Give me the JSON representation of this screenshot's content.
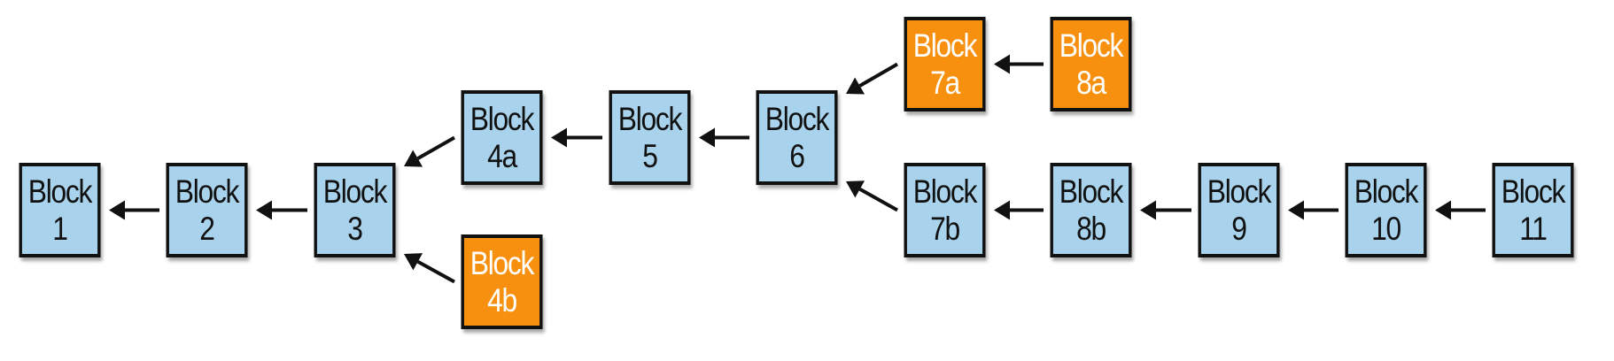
{
  "colors": {
    "main_block": "#a9d3ec",
    "orphan_block": "#f7900f",
    "border": "#111111",
    "arrow": "#111111"
  },
  "blocks": [
    {
      "id": "b1",
      "word": "Block",
      "num": "1",
      "kind": "main"
    },
    {
      "id": "b2",
      "word": "Block",
      "num": "2",
      "kind": "main"
    },
    {
      "id": "b3",
      "word": "Block",
      "num": "3",
      "kind": "main"
    },
    {
      "id": "b4a",
      "word": "Block",
      "num": "4a",
      "kind": "main"
    },
    {
      "id": "b4b",
      "word": "Block",
      "num": "4b",
      "kind": "orphan"
    },
    {
      "id": "b5",
      "word": "Block",
      "num": "5",
      "kind": "main"
    },
    {
      "id": "b6",
      "word": "Block",
      "num": "6",
      "kind": "main"
    },
    {
      "id": "b7a",
      "word": "Block",
      "num": "7a",
      "kind": "orphan"
    },
    {
      "id": "b8a",
      "word": "Block",
      "num": "8a",
      "kind": "orphan"
    },
    {
      "id": "b7b",
      "word": "Block",
      "num": "7b",
      "kind": "main"
    },
    {
      "id": "b8b",
      "word": "Block",
      "num": "8b",
      "kind": "main"
    },
    {
      "id": "b9",
      "word": "Block",
      "num": "9",
      "kind": "main"
    },
    {
      "id": "b10",
      "word": "Block",
      "num": "10",
      "kind": "main"
    },
    {
      "id": "b11",
      "word": "Block",
      "num": "11",
      "kind": "main"
    }
  ],
  "links": [
    {
      "from": "b2",
      "to": "b1"
    },
    {
      "from": "b3",
      "to": "b2"
    },
    {
      "from": "b4a",
      "to": "b3"
    },
    {
      "from": "b4b",
      "to": "b3"
    },
    {
      "from": "b5",
      "to": "b4a"
    },
    {
      "from": "b6",
      "to": "b5"
    },
    {
      "from": "b7a",
      "to": "b6"
    },
    {
      "from": "b8a",
      "to": "b7a"
    },
    {
      "from": "b7b",
      "to": "b6"
    },
    {
      "from": "b8b",
      "to": "b7b"
    },
    {
      "from": "b9",
      "to": "b8b"
    },
    {
      "from": "b10",
      "to": "b9"
    },
    {
      "from": "b11",
      "to": "b10"
    }
  ]
}
